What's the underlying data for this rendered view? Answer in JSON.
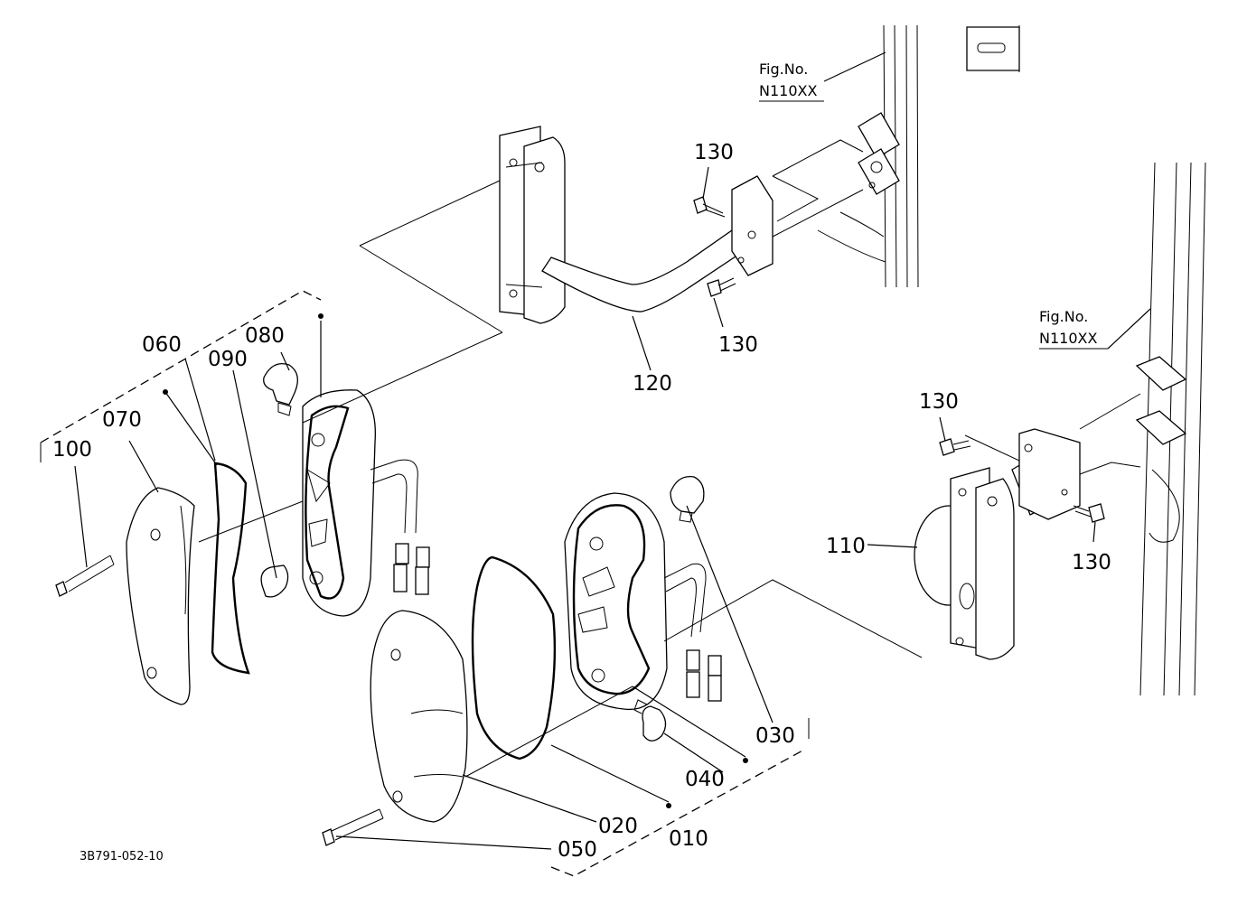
{
  "diagram": {
    "drawing_code": "3B791-052-10",
    "references": [
      {
        "line1": "Fig.No.",
        "line2": "N110XX"
      },
      {
        "line1": "Fig.No.",
        "line2": "N110XX"
      }
    ],
    "part_labels": [
      "010",
      "020",
      "030",
      "040",
      "050",
      "060",
      "070",
      "080",
      "090",
      "100",
      "110",
      "120",
      "130",
      "130",
      "130",
      "130"
    ]
  }
}
